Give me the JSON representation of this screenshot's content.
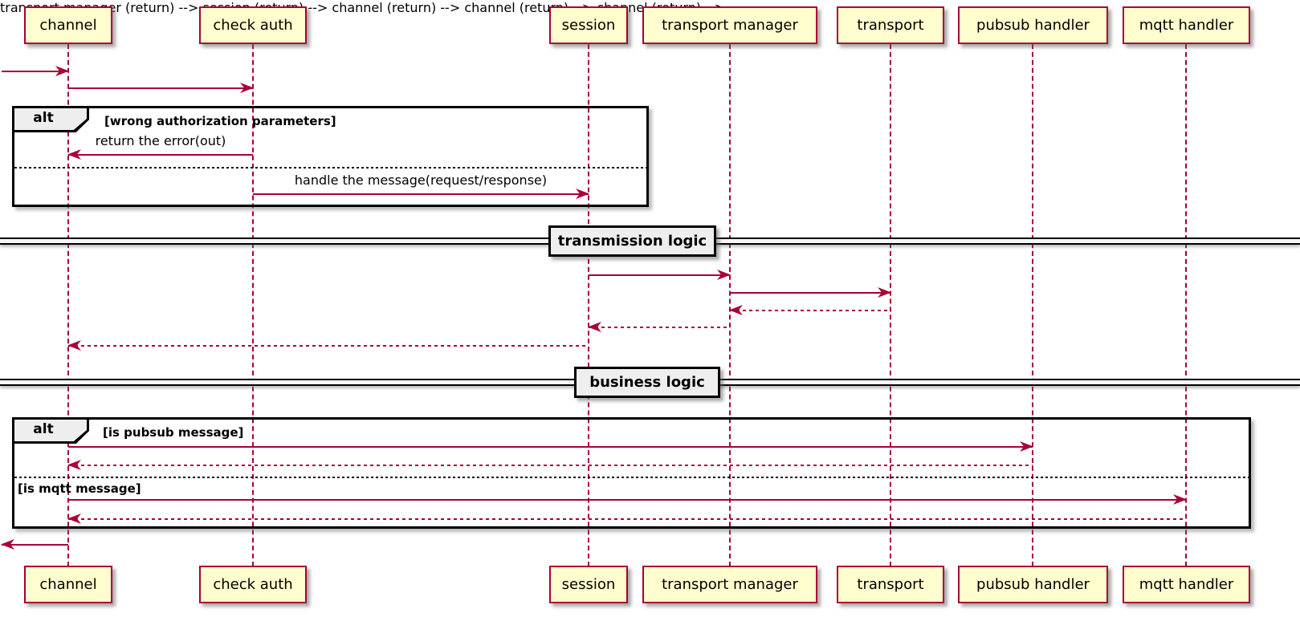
{
  "colors": {
    "arrow": "#A80036",
    "pfill": "#FEFECE",
    "pborder": "#A80036",
    "tabbg": "#EEEEEE",
    "frame": "#000000",
    "text": "#000000"
  },
  "participants": [
    {
      "label": "channel"
    },
    {
      "label": "check auth"
    },
    {
      "label": "session"
    },
    {
      "label": "transport manager"
    },
    {
      "label": "transport"
    },
    {
      "label": "pubsub handler"
    },
    {
      "label": "mqtt handler"
    }
  ],
  "messages": [
    {
      "from": "outside-left",
      "to": "channel",
      "label": "",
      "style": "solid"
    },
    {
      "from": "channel",
      "to": "check auth",
      "label": "",
      "style": "solid"
    },
    {
      "from": "check auth",
      "to": "channel",
      "label": "return the error(out)",
      "style": "solid"
    },
    {
      "from": "check auth",
      "to": "session",
      "label": "handle the message(request/response)",
      "style": "solid"
    },
    {
      "from": "session",
      "to": "transport manager",
      "label": "",
      "style": "solid"
    },
    {
      "from": "transport manager",
      "to": "transport",
      "label": "",
      "style": "solid"
    },
    {
      "from": "transport",
      "to": "transport manager",
      "label": "",
      "style": "dashed"
    },
    {
      "from": "transport manager",
      "to": "session",
      "label": "",
      "style": "dashed"
    },
    {
      "from": "session",
      "to": "channel",
      "label": "",
      "style": "dashed"
    },
    {
      "from": "channel",
      "to": "pubsub handler",
      "label": "",
      "style": "solid"
    },
    {
      "from": "pubsub handler",
      "to": "channel",
      "label": "",
      "style": "dashed"
    },
    {
      "from": "channel",
      "to": "mqtt handler",
      "label": "",
      "style": "solid"
    },
    {
      "from": "mqtt handler",
      "to": "channel",
      "label": "",
      "style": "dashed"
    },
    {
      "from": "channel",
      "to": "outside-left",
      "label": "",
      "style": "solid"
    }
  ],
  "frames": [
    {
      "operator": "alt",
      "condition": "[wrong authorization parameters]"
    },
    {
      "operator": "alt",
      "condition": "[is pubsub message]",
      "else_condition": "[is mqtt message]"
    }
  ],
  "dividers": [
    {
      "label": "transmission logic"
    },
    {
      "label": "business logic"
    }
  ]
}
